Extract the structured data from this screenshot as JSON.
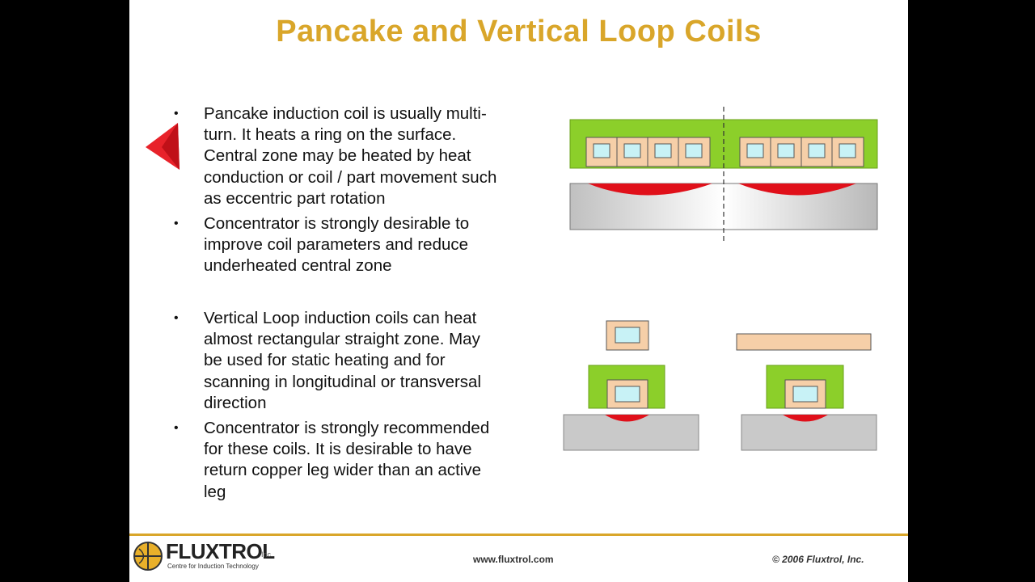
{
  "title": "Pancake and Vertical Loop Coils",
  "bullets": [
    {
      "lines": [
        "Pancake induction coil is usually multi-",
        "turn. It heats a ring on the surface.",
        "Central zone may be heated by heat",
        "conduction or coil / part movement such",
        "as eccentric part rotation"
      ]
    },
    {
      "lines": [
        "Concentrator is strongly desirable to",
        "improve coil parameters and reduce",
        "underheated central zone"
      ]
    },
    {
      "lines": [
        "Vertical Loop induction coils can heat",
        "almost rectangular straight zone. May",
        "be used for static heating and for",
        "scanning in longitudinal or transversal",
        "direction"
      ]
    },
    {
      "lines": [
        "Concentrator is strongly recommended",
        "for these coils. It is desirable to have",
        "return copper leg wider than an active",
        "leg"
      ]
    }
  ],
  "bullet_symbol": "•",
  "footer": {
    "logo_name": "FLUXTROL",
    "logo_inc": "Inc.",
    "logo_tagline": "Centre for Induction Technology",
    "url": "www.fluxtrol.com",
    "copyright": "© 2006 Fluxtrol, Inc."
  },
  "colors": {
    "title": "#d9a62a",
    "concentrator": "#8ccf2a",
    "copper": "#f6cfa8",
    "cooling_channel": "#c8f2f6",
    "heated_zone": "#e0101a",
    "workpiece": "#c9c9c9",
    "footer_rule": "#d9a62a",
    "pointer": "#e8222a"
  },
  "icons": [
    "pointer-arrow-icon",
    "fluxtrol-logo-icon"
  ]
}
